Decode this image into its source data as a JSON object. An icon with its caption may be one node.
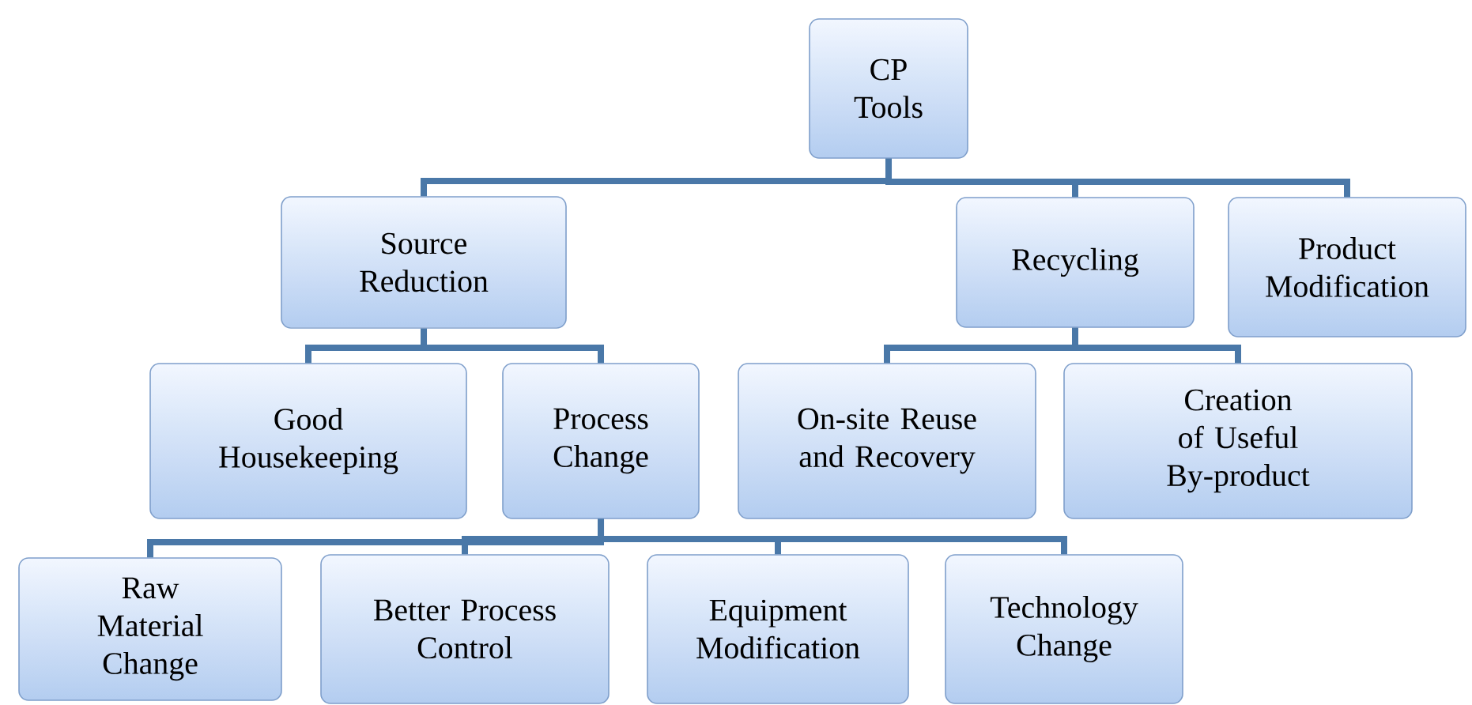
{
  "diagram": {
    "nodes": [
      {
        "text": [
          "CP Tools"
        ]
      },
      {
        "text": [
          "Source Reduction"
        ]
      },
      {
        "text": [
          "Recycling"
        ]
      },
      {
        "text": [
          "Product Modification"
        ]
      },
      {
        "text": [
          "Good Housekeeping"
        ]
      },
      {
        "text": [
          "Process Change"
        ]
      },
      {
        "text": [
          "On-site Reuse and Recovery"
        ]
      },
      {
        "text": [
          "Creation of Useful By-product"
        ]
      },
      {
        "text": [
          "Raw Material Change"
        ]
      },
      {
        "text": [
          "Better Process Control"
        ]
      },
      {
        "text": [
          "Equipment Modification"
        ]
      },
      {
        "text": [
          "Technology Change"
        ]
      }
    ],
    "edges": [
      {
        "from": 0,
        "to": 1,
        "arrow": "none"
      },
      {
        "from": 0,
        "to": 2,
        "arrow": "none"
      },
      {
        "from": 0,
        "to": 3,
        "arrow": "none"
      },
      {
        "from": 1,
        "to": 4,
        "arrow": "none"
      },
      {
        "from": 1,
        "to": 5,
        "arrow": "none"
      },
      {
        "from": 2,
        "to": 6,
        "arrow": "none"
      },
      {
        "from": 2,
        "to": 7,
        "arrow": "none"
      },
      {
        "from": 5,
        "to": 8,
        "arrow": "none"
      },
      {
        "from": 5,
        "to": 9,
        "arrow": "none"
      },
      {
        "from": 5,
        "to": 10,
        "arrow": "none"
      },
      {
        "from": 5,
        "to": 11,
        "arrow": "none"
      }
    ]
  }
}
